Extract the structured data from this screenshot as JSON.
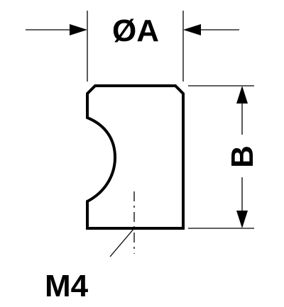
{
  "diagram": {
    "diameter_label": "ØA",
    "height_label": "B",
    "thread_label": "M4"
  },
  "colors": {
    "line": "#000000",
    "background": "#ffffff"
  }
}
